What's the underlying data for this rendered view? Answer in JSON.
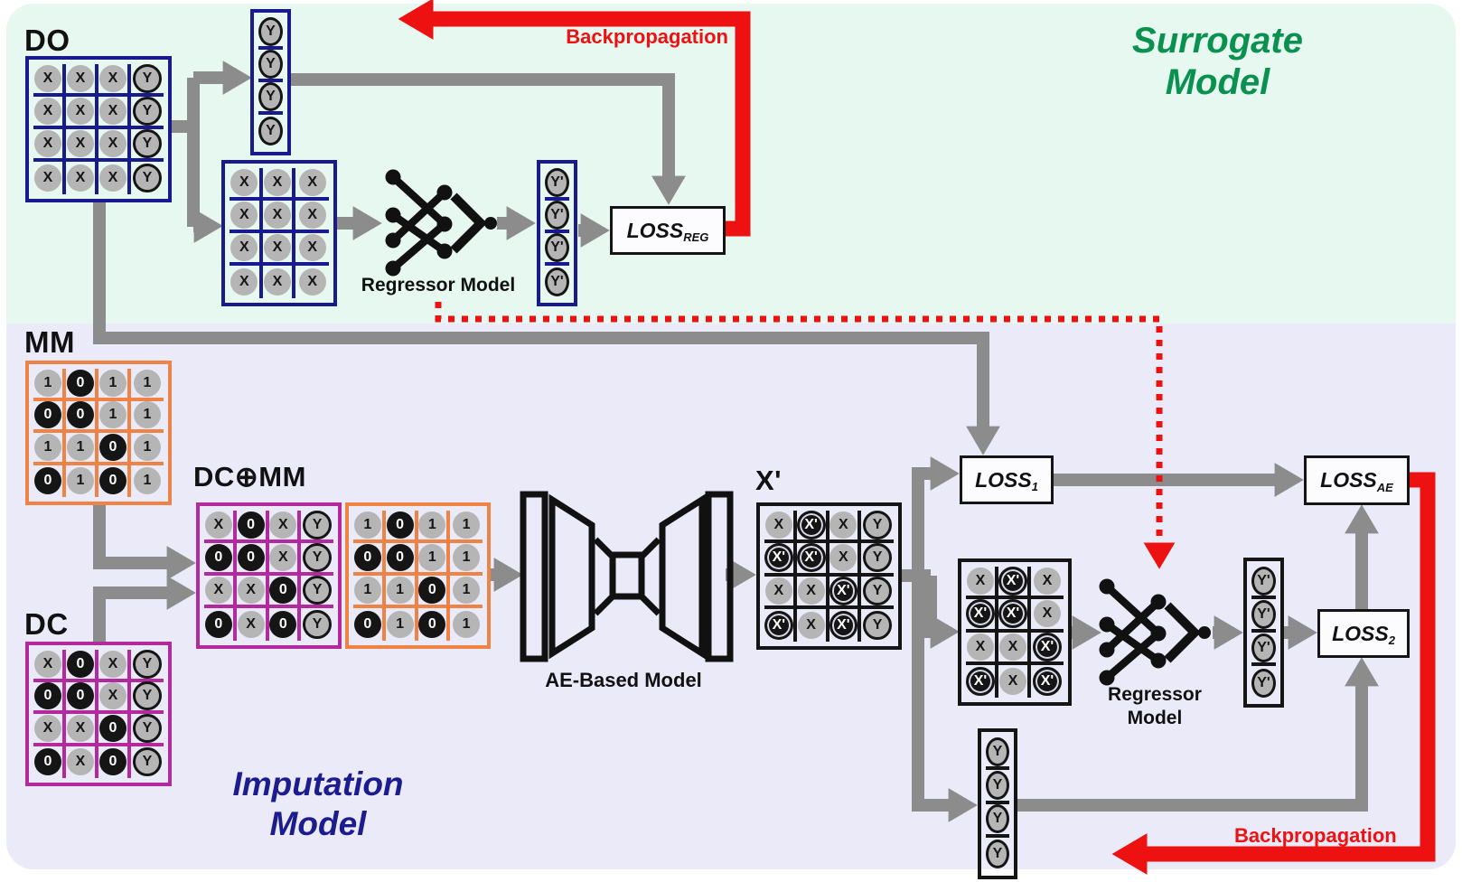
{
  "titles": {
    "surrogate_line1": "Surrogate",
    "surrogate_line2": "Model",
    "imputation_line1": "Imputation",
    "imputation_line2": "Model"
  },
  "labels": {
    "do": "DO",
    "mm": "MM",
    "dc": "DC",
    "dcmm": "DC⊕MM",
    "xprime": "X'",
    "ae_model": "AE-Based Model",
    "regressor_top": "Regressor Model",
    "regressor_bottom_line1": "Regressor",
    "regressor_bottom_line2": "Model",
    "backprop_top": "Backpropagation",
    "backprop_bottom": "Backpropagation"
  },
  "loss": {
    "reg": {
      "base": "LOSS",
      "sub": "REG"
    },
    "l1": {
      "base": "LOSS",
      "sub": "1"
    },
    "lae": {
      "base": "LOSS",
      "sub": "AE"
    },
    "l2": {
      "base": "LOSS",
      "sub": "2"
    }
  },
  "colors": {
    "surrogate_bg": "#e7f8f1",
    "imputation_bg": "#ebeaf8",
    "navy": "#1a1a90",
    "orange": "#ef8245",
    "magenta": "#b32a9e",
    "black": "#151515",
    "arrow_gray": "#8c8c8c",
    "red": "#ee1111",
    "green_title": "#0a9150",
    "navy_title": "#1c1c8f",
    "circle_gray": "#b5b5b5"
  },
  "matrices": {
    "do": {
      "border": "#1a1a90",
      "cells": [
        [
          "X:g",
          "X:g",
          "X:g",
          "Y:gr"
        ],
        [
          "X:g",
          "X:g",
          "X:g",
          "Y:gr"
        ],
        [
          "X:g",
          "X:g",
          "X:g",
          "Y:gr"
        ],
        [
          "X:g",
          "X:g",
          "X:g",
          "Y:gr"
        ]
      ]
    },
    "yvec_top": {
      "border": "#1a1a90",
      "cells": [
        [
          "Y:gr"
        ],
        [
          "Y:gr"
        ],
        [
          "Y:gr"
        ],
        [
          "Y:gr"
        ]
      ]
    },
    "xmat_top": {
      "border": "#1a1a90",
      "cells": [
        [
          "X:g",
          "X:g",
          "X:g"
        ],
        [
          "X:g",
          "X:g",
          "X:g"
        ],
        [
          "X:g",
          "X:g",
          "X:g"
        ],
        [
          "X:g",
          "X:g",
          "X:g"
        ]
      ]
    },
    "ypvec_top": {
      "border": "#1a1a90",
      "cells": [
        [
          "Y':gr"
        ],
        [
          "Y':gr"
        ],
        [
          "Y':gr"
        ],
        [
          "Y':gr"
        ]
      ]
    },
    "mm": {
      "border": "#ef8245",
      "cells": [
        [
          "1:g",
          "0:b",
          "1:g",
          "1:g"
        ],
        [
          "0:b",
          "0:b",
          "1:g",
          "1:g"
        ],
        [
          "1:g",
          "1:g",
          "0:b",
          "1:g"
        ],
        [
          "0:b",
          "1:g",
          "0:b",
          "1:g"
        ]
      ]
    },
    "dc": {
      "border": "#b32a9e",
      "cells": [
        [
          "X:g",
          "0:b",
          "X:g",
          "Y:gr"
        ],
        [
          "0:b",
          "0:b",
          "X:g",
          "Y:gr"
        ],
        [
          "X:g",
          "X:g",
          "0:b",
          "Y:gr"
        ],
        [
          "0:b",
          "X:g",
          "0:b",
          "Y:gr"
        ]
      ]
    },
    "dcmm_left": {
      "border": "#b32a9e",
      "cells": [
        [
          "X:g",
          "0:b",
          "X:g",
          "Y:gr"
        ],
        [
          "0:b",
          "0:b",
          "X:g",
          "Y:gr"
        ],
        [
          "X:g",
          "X:g",
          "0:b",
          "Y:gr"
        ],
        [
          "0:b",
          "X:g",
          "0:b",
          "Y:gr"
        ]
      ]
    },
    "dcmm_right": {
      "border": "#ef8245",
      "cells": [
        [
          "1:g",
          "0:b",
          "1:g",
          "1:g"
        ],
        [
          "0:b",
          "0:b",
          "1:g",
          "1:g"
        ],
        [
          "1:g",
          "1:g",
          "0:b",
          "1:g"
        ],
        [
          "0:b",
          "1:g",
          "0:b",
          "1:g"
        ]
      ]
    },
    "xprime": {
      "border": "#151515",
      "cells": [
        [
          "X:g",
          "X':br",
          "X:g",
          "Y:gr"
        ],
        [
          "X':br",
          "X':br",
          "X:g",
          "Y:gr"
        ],
        [
          "X:g",
          "X:g",
          "X':br",
          "Y:gr"
        ],
        [
          "X':br",
          "X:g",
          "X':br",
          "Y:gr"
        ]
      ]
    },
    "xpx": {
      "border": "#151515",
      "cells": [
        [
          "X:g",
          "X':br",
          "X:g"
        ],
        [
          "X':br",
          "X':br",
          "X:g"
        ],
        [
          "X:g",
          "X:g",
          "X':br"
        ],
        [
          "X':br",
          "X:g",
          "X':br"
        ]
      ]
    },
    "ypvec_bottom": {
      "border": "#151515",
      "cells": [
        [
          "Y':gr"
        ],
        [
          "Y':gr"
        ],
        [
          "Y':gr"
        ],
        [
          "Y':gr"
        ]
      ]
    },
    "yvec_bottom": {
      "border": "#151515",
      "cells": [
        [
          "Y:gr"
        ],
        [
          "Y:gr"
        ],
        [
          "Y:gr"
        ],
        [
          "Y:gr"
        ]
      ]
    }
  }
}
